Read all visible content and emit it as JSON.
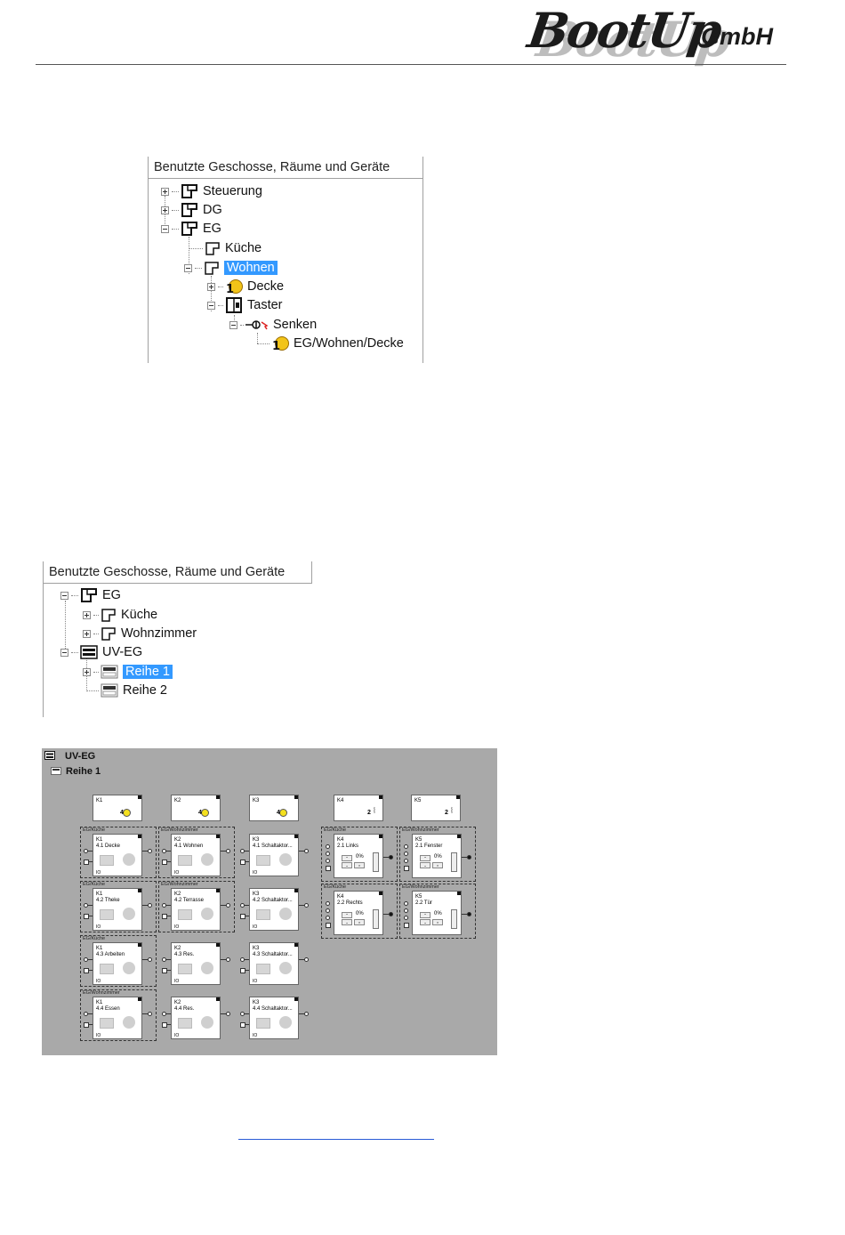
{
  "header": {
    "logo_text": "BootUp",
    "logo_suffix": "GmbH"
  },
  "tree1": {
    "title": "Benutzte Geschosse, Räume und Geräte",
    "items": [
      {
        "label": "Steuerung"
      },
      {
        "label": "DG"
      },
      {
        "label": "EG"
      },
      {
        "label": "Küche"
      },
      {
        "label": "Wohnen"
      },
      {
        "label": "Decke"
      },
      {
        "label": "Taster"
      },
      {
        "label": "Senken"
      },
      {
        "label": "EG/Wohnen/Decke"
      }
    ]
  },
  "tree2": {
    "title": "Benutzte Geschosse, Räume und Geräte",
    "items": [
      {
        "label": "EG"
      },
      {
        "label": "Küche"
      },
      {
        "label": "Wohnzimmer"
      },
      {
        "label": "UV-EG"
      },
      {
        "label": "Reihe 1"
      },
      {
        "label": "Reihe 2"
      }
    ]
  },
  "diagram": {
    "title": "UV-EG",
    "subtitle": "Reihe 1",
    "modules": [
      {
        "label": "K1",
        "count": "4"
      },
      {
        "label": "K2",
        "count": "4"
      },
      {
        "label": "K3",
        "count": "4"
      },
      {
        "label": "K4",
        "count": "2"
      },
      {
        "label": "K5",
        "count": "2"
      }
    ],
    "switch_channels": [
      {
        "group": "EG/Küche",
        "k": "K1",
        "name": "4.1 Decke"
      },
      {
        "group": "EG/Wohnzimmer",
        "k": "K2",
        "name": "4.1 Wohnen"
      },
      {
        "group": "",
        "k": "K3",
        "name": "4.1 Schaltaktor..."
      },
      {
        "group": "EG/Küche",
        "k": "K1",
        "name": "4.2 Theke"
      },
      {
        "group": "EG/Wohnzimmer",
        "k": "K2",
        "name": "4.2 Terrasse"
      },
      {
        "group": "",
        "k": "K3",
        "name": "4.2 Schaltaktor..."
      },
      {
        "group": "EG/Küche",
        "k": "K1",
        "name": "4.3 Arbeiten"
      },
      {
        "group": "",
        "k": "K2",
        "name": "4.3 Res."
      },
      {
        "group": "",
        "k": "K3",
        "name": "4.3 Schaltaktor..."
      },
      {
        "group": "EG/Wohnzimmer",
        "k": "K1",
        "name": "4.4 Essen"
      },
      {
        "group": "",
        "k": "K2",
        "name": "4.4 Res."
      },
      {
        "group": "",
        "k": "K3",
        "name": "4.4 Schaltaktor..."
      }
    ],
    "blind_channels": [
      {
        "group": "EG/Küche",
        "k": "K4",
        "name": "2.1 Links",
        "pct": "0%"
      },
      {
        "group": "EG/Wohnzimmer",
        "k": "K5",
        "name": "2.1 Fenster",
        "pct": "0%"
      },
      {
        "group": "EG/Küche",
        "k": "K4",
        "name": "2.2 Rechts",
        "pct": "0%"
      },
      {
        "group": "EG/Wohnzimmer",
        "k": "K5",
        "name": "2.2 Tür",
        "pct": "0%"
      }
    ],
    "io_label": "IO",
    "colors": {
      "background": "#a9a9a9",
      "bulb": "#f4e01e"
    }
  }
}
